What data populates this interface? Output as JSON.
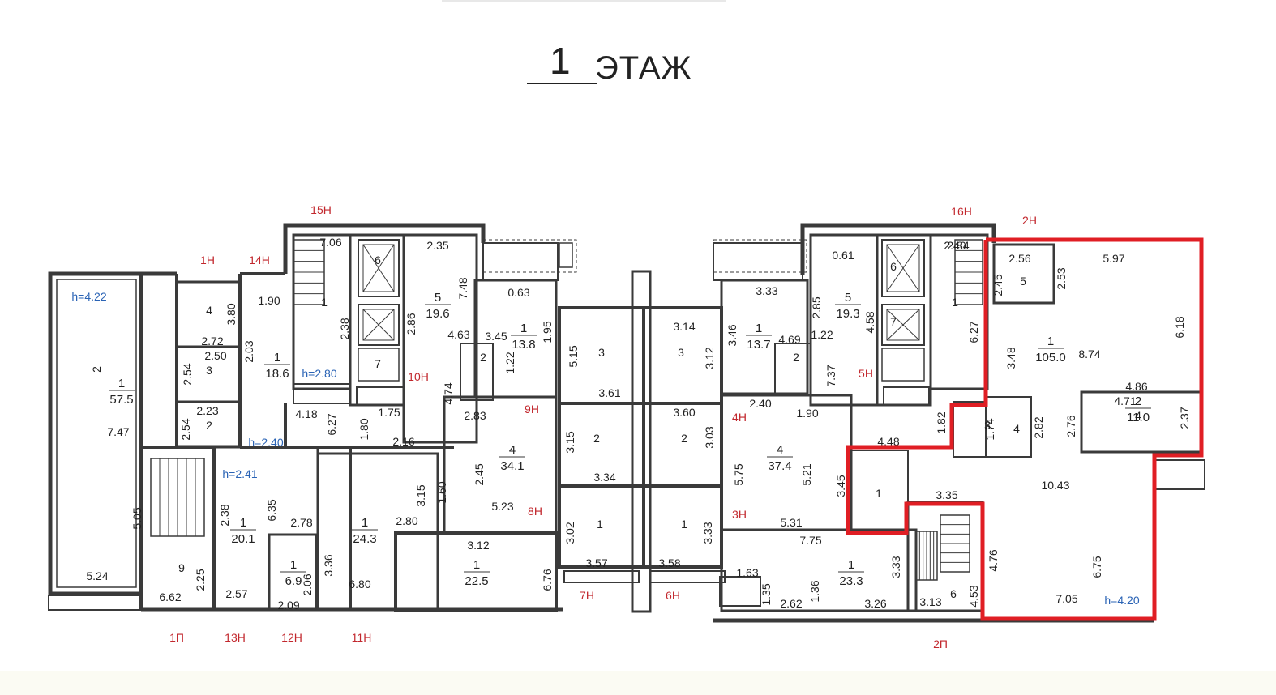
{
  "title": {
    "number": "1",
    "word": "ЭТАЖ"
  },
  "colors": {
    "wall": "#3a3a3a",
    "dim_text": "#222222",
    "height_text": "#2a63b5",
    "entrance_text": "#c2272d",
    "highlight": "#e01e24"
  },
  "heights": [
    "h=4.22",
    "h=2.80",
    "h=2.40",
    "h=2.41",
    "h=4.20"
  ],
  "entrances": [
    "1Н",
    "14Н",
    "15Н",
    "10Н",
    "9Н",
    "8Н",
    "7Н",
    "6Н",
    "3Н",
    "4Н",
    "5Н",
    "16Н",
    "2Н",
    "2П",
    "1П",
    "13Н",
    "12Н",
    "11Н"
  ],
  "rooms": [
    {
      "n": "1",
      "area": "57.5"
    },
    {
      "n": "1",
      "area": "18.6"
    },
    {
      "n": "5",
      "area": "19.6"
    },
    {
      "n": "1",
      "area": "13.8"
    },
    {
      "n": "4",
      "area": "34.1"
    },
    {
      "n": "1",
      "area": "20.1"
    },
    {
      "n": "1",
      "area": "6.9"
    },
    {
      "n": "1",
      "area": "24.3"
    },
    {
      "n": "1",
      "area": "22.5"
    },
    {
      "n": "1",
      "area": "13.7"
    },
    {
      "n": "5",
      "area": "19.3"
    },
    {
      "n": "4",
      "area": "37.4"
    },
    {
      "n": "1",
      "area": "23.3"
    },
    {
      "n": "1",
      "area": "105.0"
    },
    {
      "n": "2",
      "area": "11.0"
    }
  ],
  "labels": [
    "4",
    "3",
    "2",
    "9",
    "1",
    "7",
    "6",
    "2",
    "3",
    "3",
    "2",
    "2",
    "1",
    "1",
    "6",
    "7",
    "1",
    "2",
    "1",
    "3",
    "4",
    "5",
    "4",
    "6",
    "2",
    "7.47",
    "5.05",
    "5.24",
    "3.80",
    "2.72",
    "2.50",
    "2.54",
    "2.23",
    "2.54",
    "1.90",
    "2.03",
    "7.06",
    "2.38",
    "6.27",
    "1.80",
    "1.75",
    "2.35",
    "2.86",
    "7.48",
    "4.63",
    "0.63",
    "3.45",
    "1.22",
    "1.95",
    "4.74",
    "2.83",
    "2.16",
    "4.18",
    "2.38",
    "6.35",
    "2.78",
    "2.25",
    "6.62",
    "2.57",
    "2.09",
    "2.06",
    "3.36",
    "6.80",
    "3.15",
    "2.80",
    "1.60",
    "2.45",
    "5.23",
    "5.15",
    "3.61",
    "3.15",
    "3.34",
    "3.02",
    "3.57",
    "3.14",
    "3.12",
    "3.60",
    "3.03",
    "3.33",
    "3.58",
    "3.12",
    "6.76",
    "3.33",
    "3.46",
    "4.69",
    "1.22",
    "0.61",
    "2.85",
    "4.58",
    "7.37",
    "2.84",
    "2.40",
    "1.90",
    "5.75",
    "5.21",
    "5.31",
    "7.75",
    "1.63",
    "1.35",
    "1.36",
    "2.62",
    "3.26",
    "3.33",
    "4.48",
    "1.82",
    "1.74",
    "3.45",
    "3.35",
    "4.76",
    "3.13",
    "4.53",
    "2.40",
    "6.27",
    "2.56",
    "2.45",
    "2.53",
    "5.97",
    "3.48",
    "8.74",
    "6.18",
    "4.86",
    "4.71",
    "2.76",
    "2.82",
    "2.37",
    "10.43",
    "6.75",
    "7.05"
  ]
}
